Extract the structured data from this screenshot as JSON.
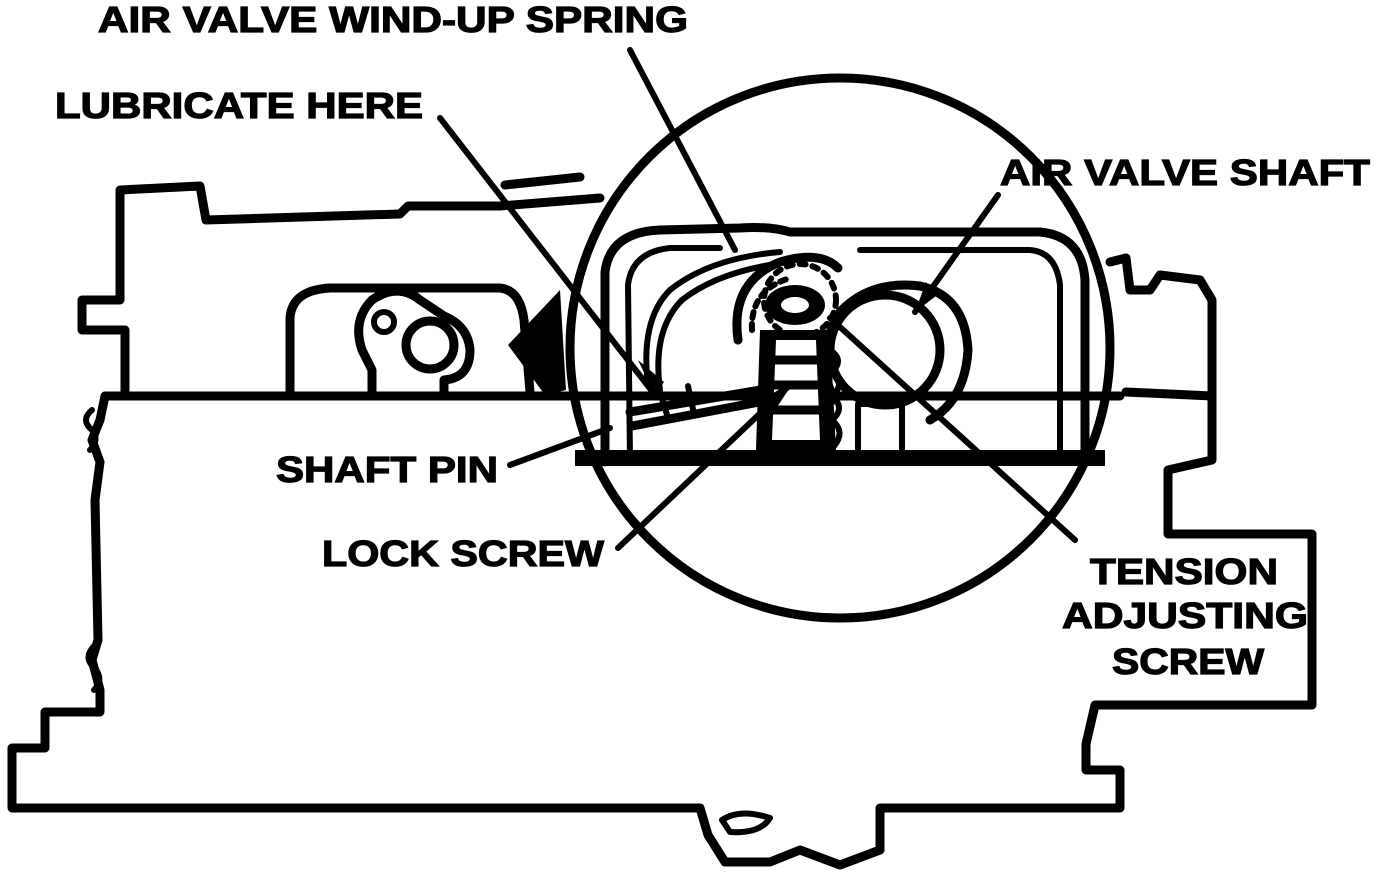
{
  "labels": {
    "wind_up_spring": "AIR VALVE WIND-UP SPRING",
    "lubricate_here": "LUBRICATE HERE",
    "air_valve_shaft": "AIR VALVE SHAFT",
    "shaft_pin": "SHAFT PIN",
    "lock_screw": "LOCK SCREW",
    "tension_line1": "TENSION",
    "tension_line2": "ADJUSTING",
    "tension_line3": "SCREW"
  }
}
